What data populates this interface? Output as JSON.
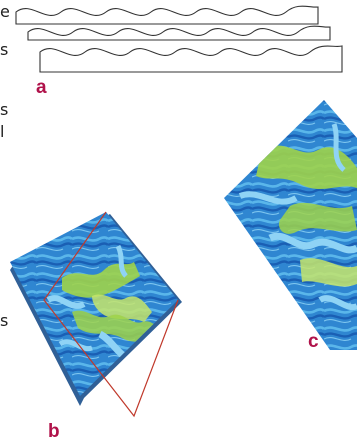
{
  "figure": {
    "panel_labels": {
      "a": "a",
      "b": "b",
      "c": "c"
    },
    "edge_text_fragments": [
      "e",
      "s",
      "s",
      "l",
      "s"
    ],
    "colors": {
      "label": "#b0124a",
      "outline": "#333333",
      "water_dark": "#1a5fb4",
      "water_mid": "#2f86d1",
      "water_light": "#5ab6ea",
      "water_pale": "#8fd3f5",
      "land_green": "#9fd34a",
      "land_green_light": "#c5e56b",
      "fold_line": "#c0392b"
    }
  }
}
